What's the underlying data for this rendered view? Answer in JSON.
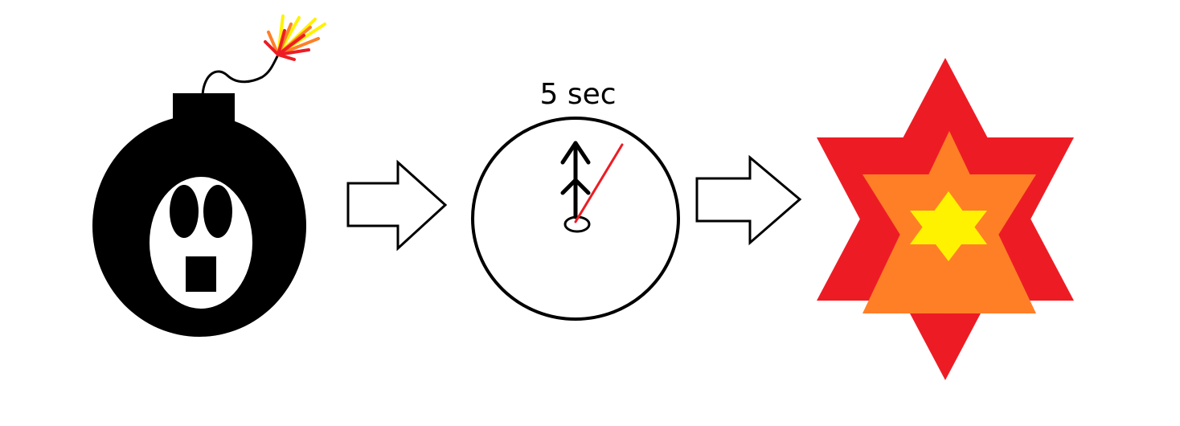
{
  "steps": [
    {
      "name": "bomb",
      "icon": "bomb-icon"
    },
    {
      "name": "timer",
      "icon": "clock-icon",
      "label": "5 sec"
    },
    {
      "name": "explosion",
      "icon": "explosion-icon"
    }
  ],
  "connectors": [
    {
      "from": "bomb",
      "to": "timer",
      "icon": "arrow-right-icon"
    },
    {
      "from": "timer",
      "to": "explosion",
      "icon": "arrow-right-icon"
    }
  ],
  "timer": {
    "label": "5 sec"
  },
  "colors": {
    "ink": "#000000",
    "background": "#ffffff",
    "explosion_outer": "#ed1c24",
    "explosion_middle": "#ff7f27",
    "explosion_inner": "#fff200",
    "second_hand": "#ed1c24",
    "flame_yellow": "#fff200",
    "flame_orange": "#ff7f27",
    "flame_red": "#ed1c24"
  }
}
